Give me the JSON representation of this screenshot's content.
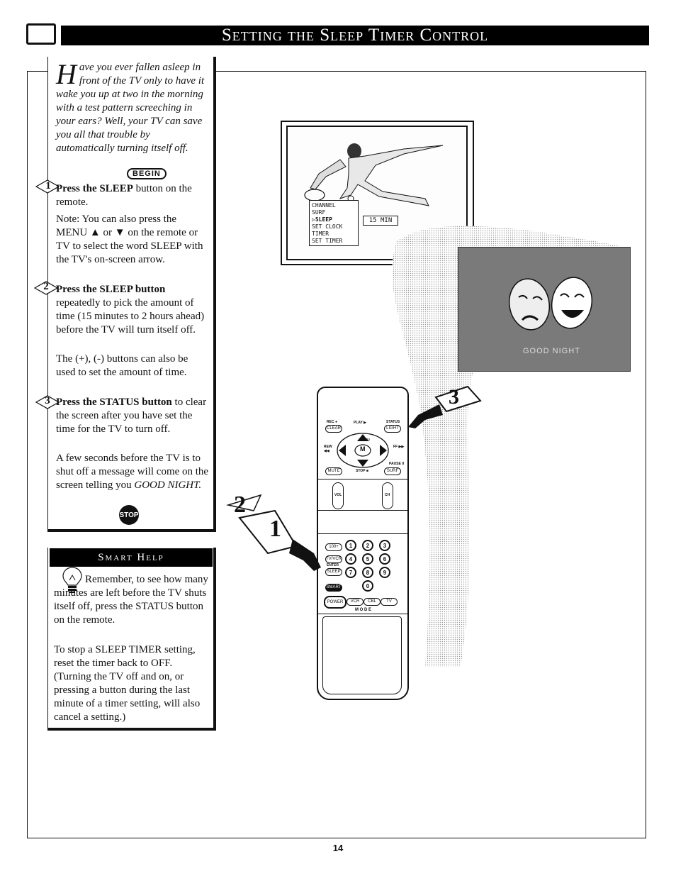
{
  "header": {
    "title": "Setting the Sleep Timer Control"
  },
  "intro": {
    "dropcap": "H",
    "text": "ave you ever fallen asleep in front of the TV only to have it wake you up at two in the morning with a test pattern screeching in your ears? Well, your TV can save you all that trouble by automatically turning itself off."
  },
  "begin_label": "BEGIN",
  "steps": [
    {
      "number": "1",
      "bold": "Press the SLEEP",
      "rest": " button on the remote.",
      "note": "Note: You can also press the MENU ▲ or ▼ on the remote or TV to select the word SLEEP with the TV's on-screen arrow."
    },
    {
      "number": "2",
      "bold": "Press the SLEEP button",
      "rest": " repeatedly to pick the amount of time (15 minutes to 2 hours ahead) before the TV will turn itself off.",
      "note": "The (+), (-) buttons can also be used to set the amount of time."
    },
    {
      "number": "3",
      "bold": "Press the STATUS button",
      "rest": " to clear the screen after you have set the time for the TV to turn off.",
      "note_before": "A few seconds before the TV is to shut off a message will come on the screen telling you ",
      "note_italic": "GOOD NIGHT."
    }
  ],
  "stop_label": "STOP",
  "smart_help": {
    "title": "Smart Help",
    "paragraph1": "Remember, to see how many minutes are left before the TV shuts itself off, press the STATUS button on the remote.",
    "paragraph2": "To stop a SLEEP TIMER setting, reset the timer back to OFF. (Turning the TV off and on, or pressing a button during the last minute of a timer setting, will also cancel a setting.)"
  },
  "osd": {
    "items": [
      "CHANNEL",
      "SURF",
      "SLEEP",
      "SET CLOCK",
      "TIMER",
      "SET TIMER"
    ],
    "selected": "SLEEP",
    "value": "15 MIN"
  },
  "goodnight": "GOOD NIGHT",
  "remote": {
    "top_labels": [
      "REC ●",
      "PLAY ▶",
      "STATUS"
    ],
    "row1": [
      "CLEAR",
      "LIGHT"
    ],
    "rew": "REW ◀◀",
    "ff": "FF ▶▶",
    "menu": "MENU",
    "m": "M",
    "pause": "PAUSE II",
    "row2": [
      "MUTE",
      "STOP ■",
      "SURF"
    ],
    "vol": "VOL",
    "ch": "CH",
    "side_buttons": [
      "100+",
      "TV/VCR",
      "SLEEP",
      "SMART"
    ],
    "sleep_label_top": "ENTER",
    "keys": [
      "1",
      "2",
      "3",
      "4",
      "5",
      "6",
      "7",
      "8",
      "9",
      "0"
    ],
    "power": "POWER",
    "mode_buttons": [
      "VCR",
      "CBL",
      "TV"
    ],
    "mode_label": "M O D E"
  },
  "callouts": [
    "1",
    "2",
    "3"
  ],
  "page_number": "14"
}
